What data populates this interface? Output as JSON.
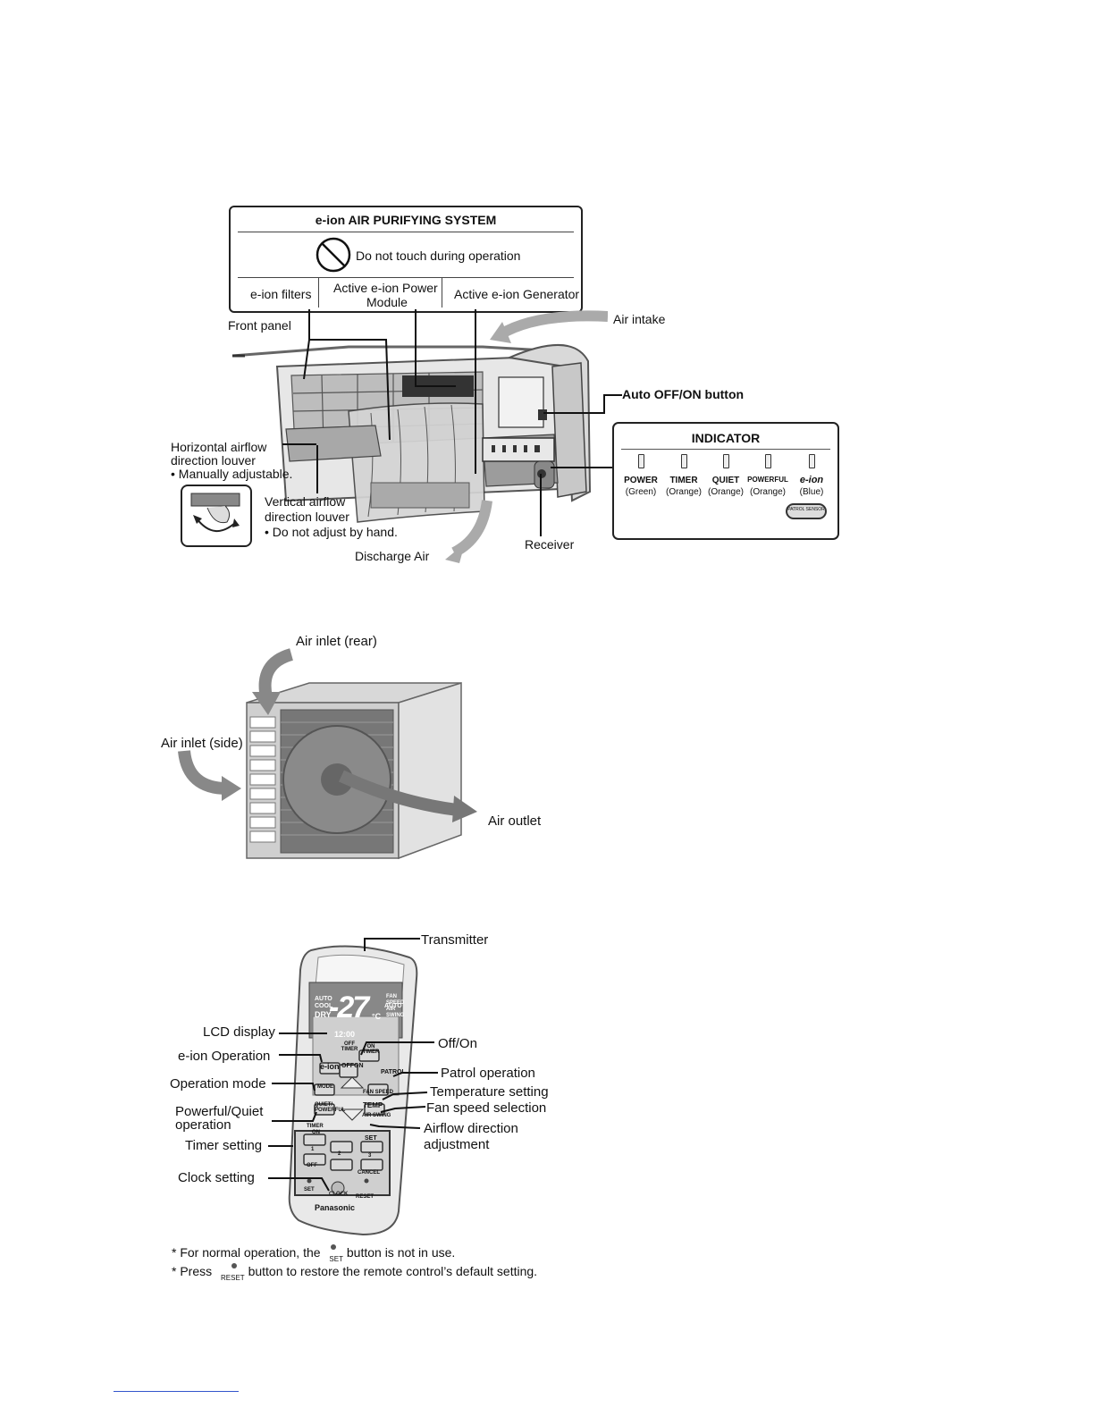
{
  "indoor": {
    "eion_box": {
      "title": "e-ion AIR PURIFYING SYSTEM",
      "warning": "Do not touch during operation",
      "columns": [
        "e-ion filters",
        "Active e-ion Power",
        "Module",
        "Active e-ion Generator"
      ]
    },
    "labels": {
      "front_panel": "Front panel",
      "air_intake": "Air intake",
      "auto_button": "Auto OFF/ON button",
      "horizontal_louver_1": "Horizontal airflow",
      "horizontal_louver_2": "direction louver",
      "horizontal_louver_3": "•  Manually adjustable.",
      "vertical_louver_1": "Vertical airflow",
      "vertical_louver_2": "direction louver",
      "vertical_louver_3": "•  Do not adjust by hand.",
      "receiver": "Receiver",
      "discharge_air": "Discharge Air"
    },
    "indicator": {
      "title": "INDICATOR",
      "items": [
        {
          "name": "POWER",
          "color": "(Green)"
        },
        {
          "name": "TIMER",
          "color": "(Orange)"
        },
        {
          "name": "QUIET",
          "color": "(Orange)"
        },
        {
          "name": "POWERFUL",
          "color": "(Orange)"
        },
        {
          "name": "e-ion",
          "color": "(Blue)"
        }
      ],
      "patrol_sensor": "PATROL SENSOR"
    }
  },
  "outdoor": {
    "air_inlet_rear": "Air inlet (rear)",
    "air_inlet_side": "Air inlet (side)",
    "air_outlet": "Air outlet"
  },
  "remote": {
    "labels": {
      "transmitter": "Transmitter",
      "lcd_display": "LCD display",
      "eion_operation": "e-ion Operation",
      "off_on": "Off/On",
      "patrol_operation": "Patrol operation",
      "operation_mode": "Operation mode",
      "temperature_setting": "Temperature setting",
      "fan_speed_selection": "Fan speed selection",
      "powerful_quiet_1": "Powerful/Quiet",
      "powerful_quiet_2": "operation",
      "airflow_1": "Airflow direction",
      "airflow_2": "adjustment",
      "timer_setting": "Timer setting",
      "clock_setting": "Clock setting"
    },
    "lcd": {
      "modes": [
        "AUTO",
        "COOL",
        "DRY"
      ],
      "temp": "-27",
      "unit": "°C",
      "fan_auto": "AUTO",
      "fan_labels": [
        "FAN",
        "SPEED",
        "AIR",
        "SWING"
      ],
      "clock": "12:00"
    },
    "buttons": {
      "off": "OFF",
      "on": "ON",
      "on_timer": "ON TIMER",
      "off_timer": "OFF TIMER",
      "eion": "e-ion",
      "patrol": "PATROL",
      "mode": "MODE",
      "quiet_powerful": "QUIET/ POWERFUL",
      "temp": "TEMP",
      "fan_speed": "FAN SPEED",
      "air_swing": "AIR SWING",
      "timer": "TIMER",
      "timer_on": "ON",
      "timer_off": "OFF",
      "set": "SET",
      "cancel": "CANCEL",
      "num1": "1",
      "num2": "2",
      "num3": "3",
      "set_small": "SET",
      "clock": "CLOCK",
      "reset": "RESET"
    },
    "brand": "Panasonic"
  },
  "footnotes": {
    "line1_pre": "* For normal operation, the",
    "line1_btn": "SET",
    "line1_post": "button is not in use.",
    "line2_pre": "* Press",
    "line2_btn": "RESET",
    "line2_post": "button to restore the remote control’s default setting."
  }
}
